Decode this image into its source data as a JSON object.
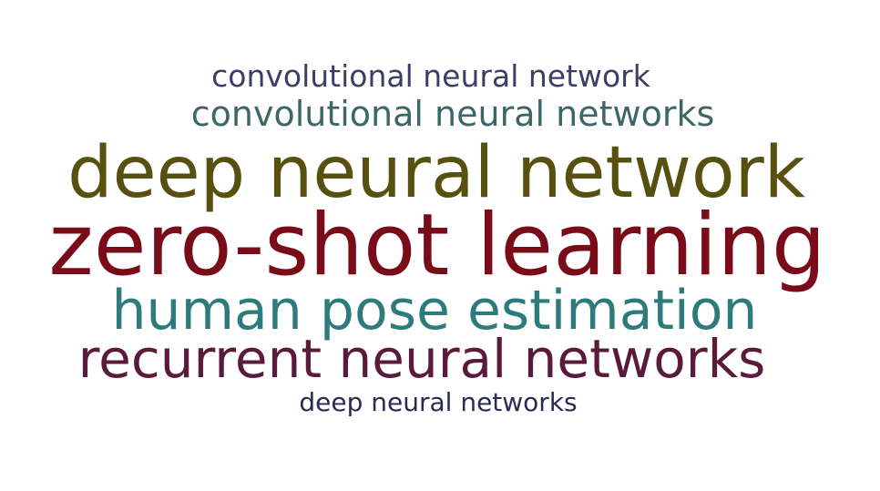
{
  "words": [
    {
      "text": "convolutional neural network",
      "color": "#3d3d66"
    },
    {
      "text": "convolutional neural networks",
      "color": "#3d6666"
    },
    {
      "text": "deep neural network",
      "color": "#57500f"
    },
    {
      "text": "zero-shot learning",
      "color": "#7a0c1a"
    },
    {
      "text": "human pose estimation",
      "color": "#2e7b7b"
    },
    {
      "text": "recurrent neural networks",
      "color": "#5a1a3a"
    },
    {
      "text": "deep neural networks",
      "color": "#2a2a55"
    }
  ]
}
